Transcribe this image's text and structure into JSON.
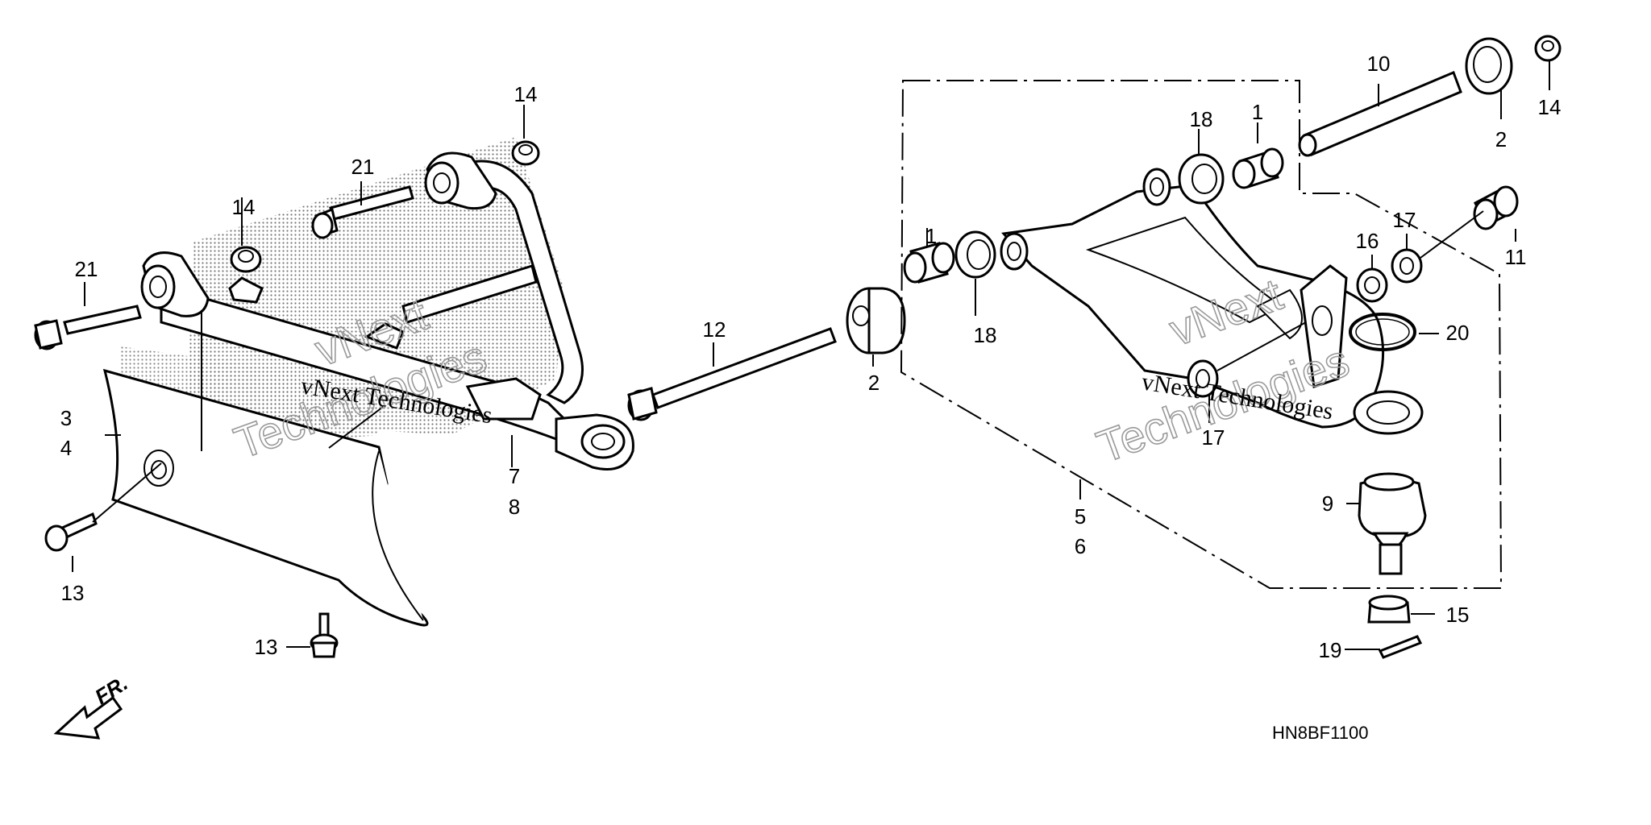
{
  "diagram": {
    "code": "HN8BF1100",
    "front_arrow_text": "FR.",
    "watermarks": [
      {
        "id": "wm-left",
        "line1": "vNext Technologies",
        "outline1": "vNext",
        "outline2": "Technologies"
      },
      {
        "id": "wm-right",
        "line1": "vNext Technologies",
        "outline1": "vNext",
        "outline2": "Technologies"
      }
    ],
    "callouts": {
      "c1a": "1",
      "c1b": "1",
      "c2a": "2",
      "c2b": "2",
      "c3": "3",
      "c4": "4",
      "c5": "5",
      "c6": "6",
      "c7": "7",
      "c8": "8",
      "c9": "9",
      "c10": "10",
      "c11": "11",
      "c12": "12",
      "c13a": "13",
      "c13b": "13",
      "c14a": "14",
      "c14b": "14",
      "c14c": "14",
      "c15": "15",
      "c16": "16",
      "c17a": "17",
      "c17b": "17",
      "c18a": "18",
      "c18b": "18",
      "c19": "19",
      "c20": "20",
      "c21a": "21",
      "c21b": "21"
    }
  }
}
